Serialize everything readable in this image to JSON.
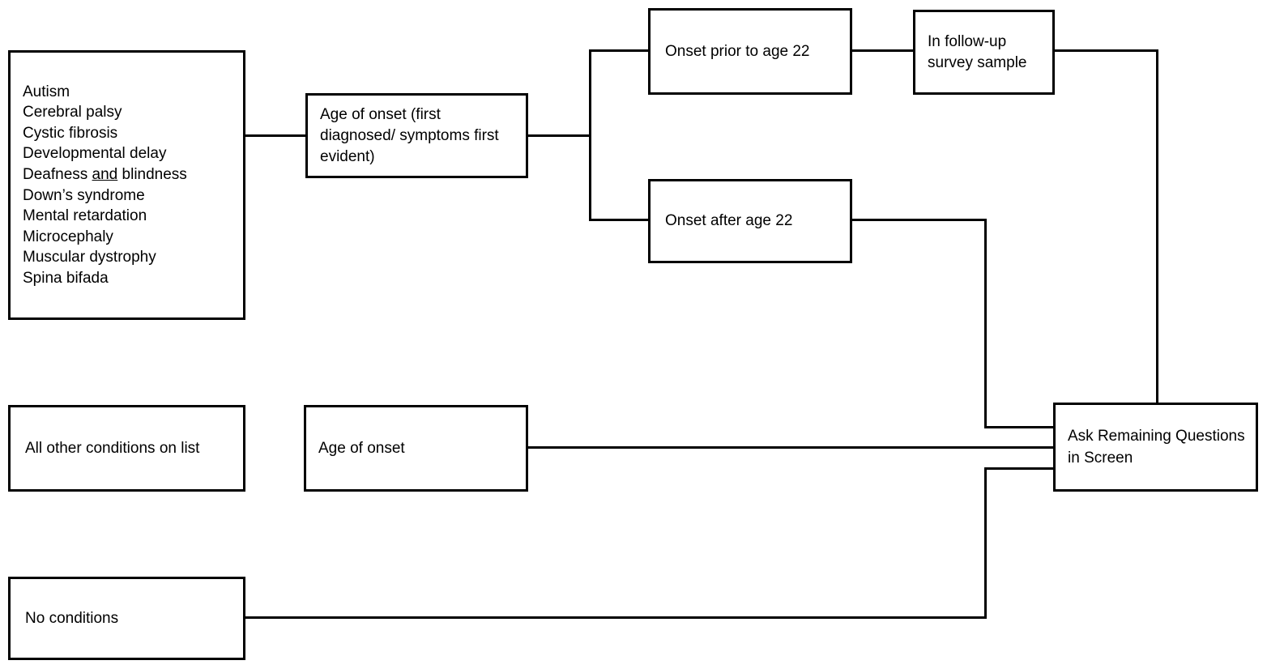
{
  "diagram": {
    "conditions_box": {
      "items_before": [
        "Autism",
        "Cerebral palsy",
        "Cystic fibrosis",
        "Developmental delay"
      ],
      "deafness_item": {
        "pre": "Deafness ",
        "underlined": "and",
        "post": " blindness"
      },
      "items_after": [
        "Down’s syndrome",
        "Mental retardation",
        "Microcephaly",
        "Muscular dystrophy",
        "Spina bifada"
      ]
    },
    "age_of_onset_detail_box": "Age of onset (first diagnosed/ symptoms first evident)",
    "onset_prior_box": "Onset prior to age 22",
    "followup_box": "In follow-up survey sample",
    "onset_after_box": "Onset after age 22",
    "all_other_box": "All other conditions on list",
    "age_of_onset_box": "Age of onset",
    "no_conditions_box": "No conditions",
    "ask_remaining_box": "Ask Remaining Questions in Screen",
    "colors": {
      "line": "#000000",
      "background": "#ffffff",
      "text": "#000000"
    }
  }
}
